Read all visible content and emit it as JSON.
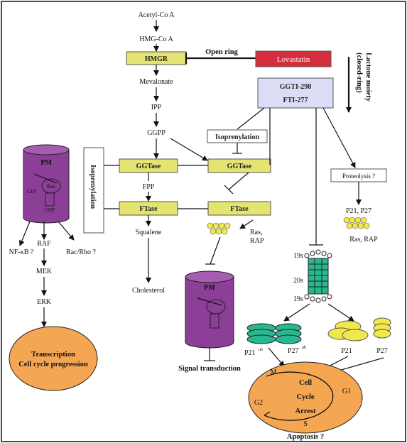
{
  "pathway": {
    "acetyl_coa": "Acetyl-Co A",
    "hmg_coa": "HMG-Co A",
    "hmgr": "HMGR",
    "mevalonate": "Mevalonate",
    "ipp": "IPP",
    "ggpp": "GGPP",
    "ggtase": "GGTase",
    "fpp": "FPP",
    "ftase": "FTase",
    "squalene": "Squalene",
    "cholesterol": "Cholesterol"
  },
  "inhibitors": {
    "open_ring": "Open ring",
    "lovastatin": "Lovastatin",
    "lactone": "Lactone moiety",
    "closed_ring": "(closed-ring)",
    "ggti": "GGTI-298",
    "fti": "FTI-277",
    "isoprenylation": "Isoprenylation",
    "isoprenylation_vertical": "Isoprenylation",
    "ggtase2": "GGTase",
    "ftase2": "FTase"
  },
  "left_membrane": {
    "pm": "PM",
    "ras": "Ras",
    "gtp": "GTP",
    "gdp": "GDP",
    "raf": "RAF",
    "nfkb": "NF-κB ?",
    "racrho": "Rac/Rho ?",
    "mek": "MEK",
    "erk": "ERK",
    "transcription_1": "Transcription",
    "transcription_2": "Cell cycle progression"
  },
  "center_membrane": {
    "ras_rap": "Ras,",
    "rap": "RAP",
    "pm": "PM",
    "signal": "Signal transduction"
  },
  "right_side": {
    "proteolysis": "Proteolysis ?",
    "p21p27": "P21, P27",
    "rasrap": "Ras, RAP",
    "s19a": "19s",
    "s20": "20s",
    "s19b": "19s",
    "p21ub": "P21",
    "ub1": "ub",
    "p27ub": "P27",
    "ub2": "ub",
    "p21": "P21",
    "p27": "P27"
  },
  "cell_cycle": {
    "m": "M",
    "g1": "G1",
    "g2": "G2",
    "s": "S",
    "cell": "Cell",
    "cycle": "Cycle",
    "arrest": "Arrest",
    "apoptosis": "Apoptosis ?"
  },
  "colors": {
    "box_yellow": "#e4e472",
    "box_red": "#d62e3c",
    "box_lavender": "#dcdcf6",
    "purple": "#8c3f96",
    "orange": "#f5a653",
    "green": "#27b88f",
    "yellow": "#f1e94a",
    "beige": "#f0f0b0"
  }
}
